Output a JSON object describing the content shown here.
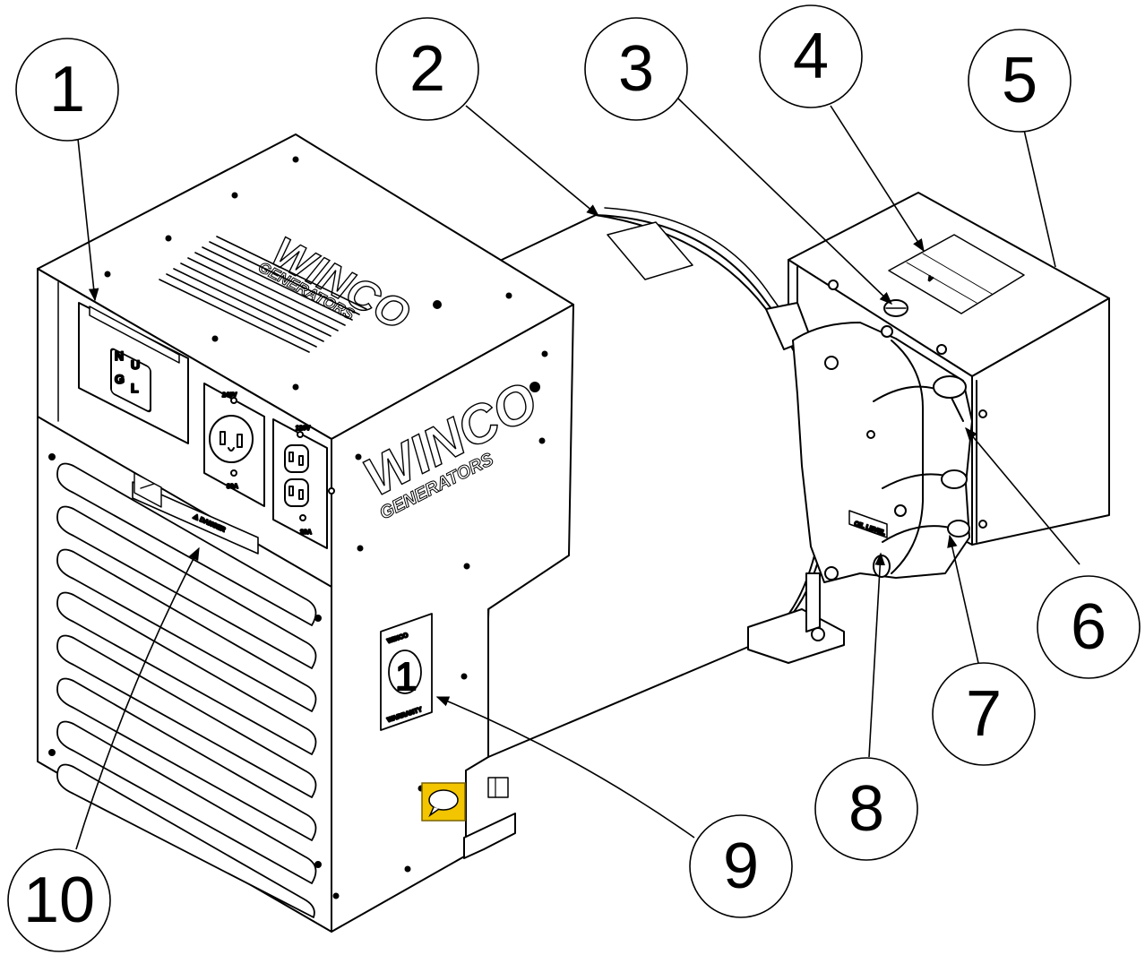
{
  "callouts": [
    {
      "id": "1",
      "label": "1"
    },
    {
      "id": "2",
      "label": "2"
    },
    {
      "id": "3",
      "label": "3"
    },
    {
      "id": "4",
      "label": "4"
    },
    {
      "id": "5",
      "label": "5"
    },
    {
      "id": "6",
      "label": "6"
    },
    {
      "id": "7",
      "label": "7"
    },
    {
      "id": "8",
      "label": "8"
    },
    {
      "id": "9",
      "label": "9"
    },
    {
      "id": "10",
      "label": "10"
    }
  ],
  "branding": {
    "name": "WINCO",
    "subtitle": "GENERATORS"
  },
  "labels": {
    "receptacle_left_top": "240V",
    "receptacle_left_bottom": "30A",
    "receptacle_right_top": "120V",
    "receptacle_right_bottom": "20A",
    "danger": "⚠ DANGER",
    "oil_label": "OIL LEVEL",
    "badge_title": "WINCO",
    "badge_number": "1",
    "badge_bottom": "WARRANTY",
    "switch_n": "N",
    "switch_u": "U",
    "switch_g": "G",
    "switch_l": "L"
  },
  "colors": {
    "line": "#000000",
    "background": "#ffffff",
    "note_icon": "#f2c500"
  },
  "icons": {
    "comment_note": "speech-bubble-icon"
  }
}
